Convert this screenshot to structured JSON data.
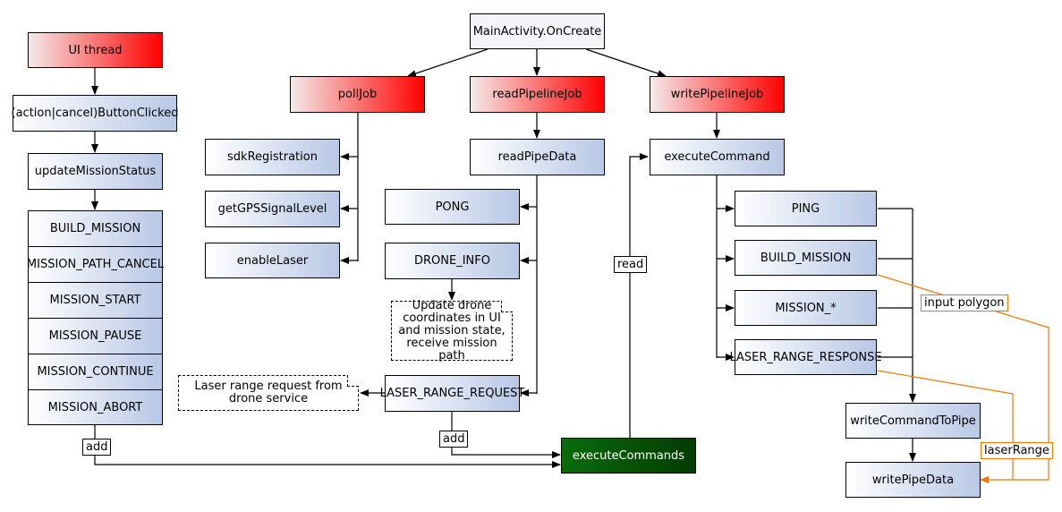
{
  "left_column": {
    "ui_thread": "UI thread",
    "button_clicked": "(action|cancel)ButtonClicked",
    "update_status": "updateMissionStatus",
    "statuses": [
      "BUILD_MISSION",
      "MISSION_PATH_CANCEL",
      "MISSION_START",
      "MISSION_PAUSE",
      "MISSION_CONTINUE",
      "MISSION_ABORT"
    ]
  },
  "main": "MainActivity.OnCreate",
  "poll_job": {
    "title": "pollJob",
    "items": [
      "sdkRegistration",
      "getGPSSignalLevel",
      "enableLaser"
    ]
  },
  "read_job": {
    "title": "readPipelineJob",
    "read_pipe": "readPipeData",
    "pong": "PONG",
    "drone_info": "DRONE_INFO",
    "drone_note": [
      "Update drone",
      "coordinates in UI",
      "and mission state,",
      "receive mission path"
    ],
    "laser_request": "LASER_RANGE_REQUEST",
    "laser_note": [
      "Laser range request from",
      "drone service"
    ]
  },
  "write_job": {
    "title": "writePipelineJob",
    "execute_command": "executeCommand",
    "commands": [
      "PING",
      "BUILD_MISSION",
      "MISSION_*",
      "LASER_RANGE_RESPONSE"
    ],
    "write_to_pipe": "writeCommandToPipe",
    "write_pipe_data": "writePipeData"
  },
  "execute_commands": "executeCommands",
  "edge_labels": {
    "add_left": "add",
    "add_mid": "add",
    "read": "read",
    "input_polygon": "input polygon",
    "laser_range": "laserRange"
  },
  "colors": {
    "edge": "#000000",
    "orange_edge": "#f07800",
    "red_gradient_end": "#ff0000",
    "blue_gradient_end": "#b8c8e6",
    "green": "#0b6b0b"
  }
}
